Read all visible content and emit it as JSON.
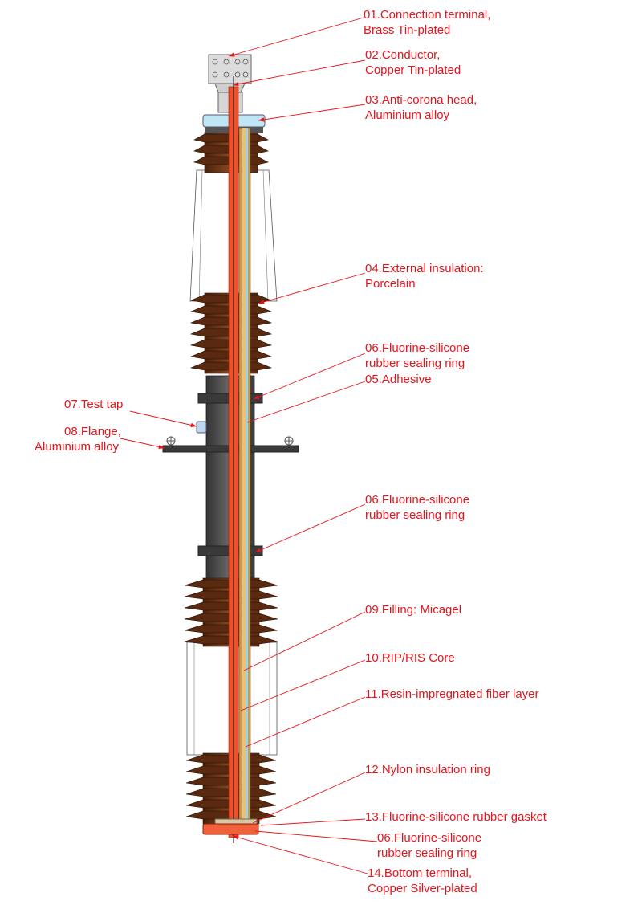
{
  "colors": {
    "label": "#e8141c",
    "conductor": "#f0502a",
    "porcelain": "#6b3312",
    "flange": "#4a4a4a",
    "anti_corona": "#bfe6f5",
    "terminal": "#dcdcdc"
  },
  "labels": [
    {
      "id": "01",
      "lines": [
        "01.Connection terminal,",
        "Brass Tin-plated"
      ]
    },
    {
      "id": "02",
      "lines": [
        "02.Conductor,",
        "Copper Tin-plated"
      ]
    },
    {
      "id": "03",
      "lines": [
        "03.Anti-corona head,",
        "Aluminium alloy"
      ]
    },
    {
      "id": "04",
      "lines": [
        "04.External insulation:",
        "Porcelain"
      ]
    },
    {
      "id": "06a",
      "lines": [
        "06.Fluorine-silicone",
        "rubber sealing ring"
      ]
    },
    {
      "id": "05",
      "lines": [
        "05.Adhesive"
      ]
    },
    {
      "id": "07",
      "lines": [
        "07.Test tap"
      ]
    },
    {
      "id": "08",
      "lines": [
        "08.Flange,",
        "Aluminium alloy"
      ]
    },
    {
      "id": "06b",
      "lines": [
        "06.Fluorine-silicone",
        "rubber sealing ring"
      ]
    },
    {
      "id": "09",
      "lines": [
        "09.Filling: Micagel"
      ]
    },
    {
      "id": "10",
      "lines": [
        "10.RIP/RIS Core"
      ]
    },
    {
      "id": "11",
      "lines": [
        "11.Resin-impregnated fiber layer"
      ]
    },
    {
      "id": "12",
      "lines": [
        "12.Nylon insulation ring"
      ]
    },
    {
      "id": "13",
      "lines": [
        "13.Fluorine-silicone rubber gasket"
      ]
    },
    {
      "id": "06c",
      "lines": [
        "06.Fluorine-silicone",
        "rubber sealing ring"
      ]
    },
    {
      "id": "14",
      "lines": [
        "14.Bottom terminal,",
        "Copper Silver-plated"
      ]
    }
  ]
}
